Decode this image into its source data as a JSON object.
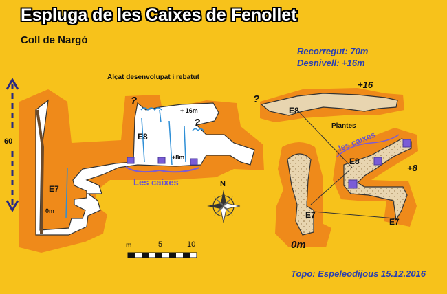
{
  "title": "Espluga de les Caixes de Fenollet",
  "subtitle": "Coll de Nargó",
  "stats": {
    "recorregut": "Recorregut: 70m",
    "desnivell": "Desnivell:   +16m"
  },
  "credit": "Topo: Espeleodijous 15.12.2016",
  "section_view": {
    "heading": "Alçat desenvolupat i rebatut",
    "height_label": "60",
    "station_e8": "E8",
    "station_e7": "E7",
    "level_0m": "0m",
    "level_16m": "+ 16m",
    "level_8m": "+8m",
    "caixes_label": "Les caixes",
    "unknown_1": "?",
    "unknown_2": "?"
  },
  "plan_view": {
    "heading": "Plantes",
    "level_16": "+16",
    "level_8": "+8",
    "level_0m": "0m",
    "station_e8_upper": "E8",
    "station_e8_lower": "E8",
    "station_e7_lower": "E7",
    "station_e7_right": "E7",
    "caixes_label": "les caixes",
    "unknown": "?"
  },
  "compass": {
    "north_label": "N"
  },
  "scale_bar": {
    "unit": "m",
    "tick_5": "5",
    "tick_10": "10"
  },
  "colors": {
    "background": "#f7c21b",
    "halo": "#ef8a1a",
    "cave_fill": "#ffffff",
    "passage_fill": "#e8d5b0",
    "water": "#2e8fd6",
    "caixes": "#7a5cd6",
    "stats_text": "#2a3fb0"
  }
}
